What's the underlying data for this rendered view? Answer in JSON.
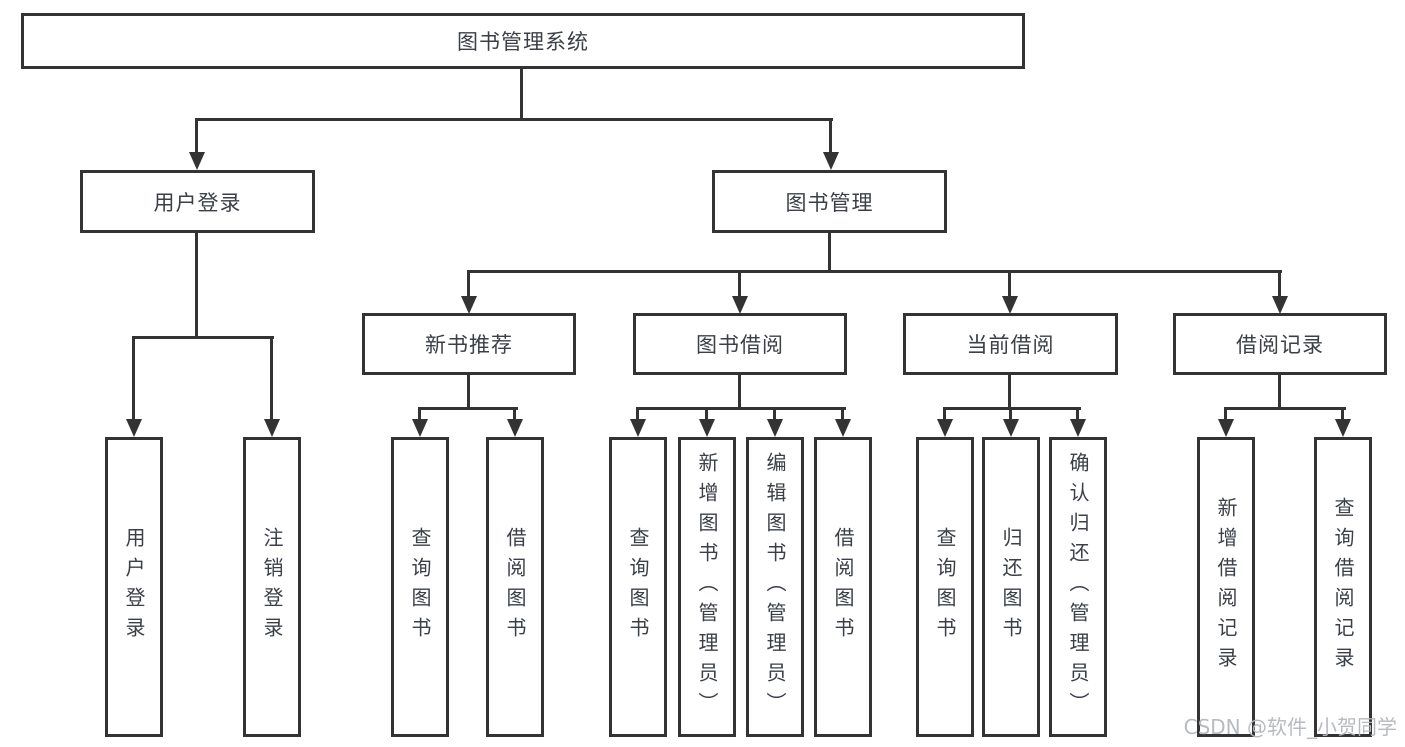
{
  "colors": {
    "line": "#333333",
    "text": "#3b4047",
    "watermark": "#b4b8bc",
    "background": "#ffffff"
  },
  "diagram": {
    "title": "图书管理系统",
    "root": {
      "label": "图书管理系统"
    },
    "level2": [
      {
        "label": "用户登录"
      },
      {
        "label": "图书管理"
      }
    ],
    "level3": [
      {
        "label": "新书推荐"
      },
      {
        "label": "图书借阅"
      },
      {
        "label": "当前借阅"
      },
      {
        "label": "借阅记录"
      }
    ],
    "leafGroups": [
      {
        "name": "user-login",
        "items": [
          "用户登录",
          "注销登录"
        ]
      },
      {
        "name": "new-books",
        "items": [
          "查询图书",
          "借阅图书"
        ]
      },
      {
        "name": "book-borrowing",
        "items": [
          "查询图书",
          "新增图书（管理员）",
          "编辑图书（管理员）",
          "借阅图书"
        ]
      },
      {
        "name": "current-borrowing",
        "items": [
          "查询图书",
          "归还图书",
          "确认归还（管理员）"
        ]
      },
      {
        "name": "borrowing-records",
        "items": [
          "新增借阅记录",
          "查询借阅记录"
        ]
      }
    ]
  },
  "watermark": {
    "text": "CSDN @软件_小贺同学"
  }
}
